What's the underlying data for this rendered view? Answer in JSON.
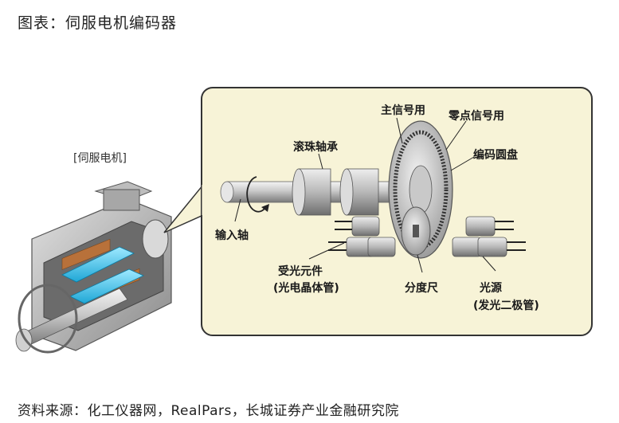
{
  "title": "图表：伺服电机编码器",
  "source": "资料来源：化工仪器网，RealPars，长城证券产业金融研究院",
  "diagram": {
    "motor_label": "[伺服电机]",
    "labels": {
      "main_signal": "主信号用",
      "zero_signal": "零点信号用",
      "ball_bearing": "滚珠轴承",
      "code_disk": "编码圆盘",
      "input_shaft": "输入轴",
      "receiver": "受光元件",
      "receiver_sub": "(光电晶体管)",
      "scale": "分度尺",
      "light_source": "光源",
      "light_source_sub": "(发光二极管)"
    }
  }
}
